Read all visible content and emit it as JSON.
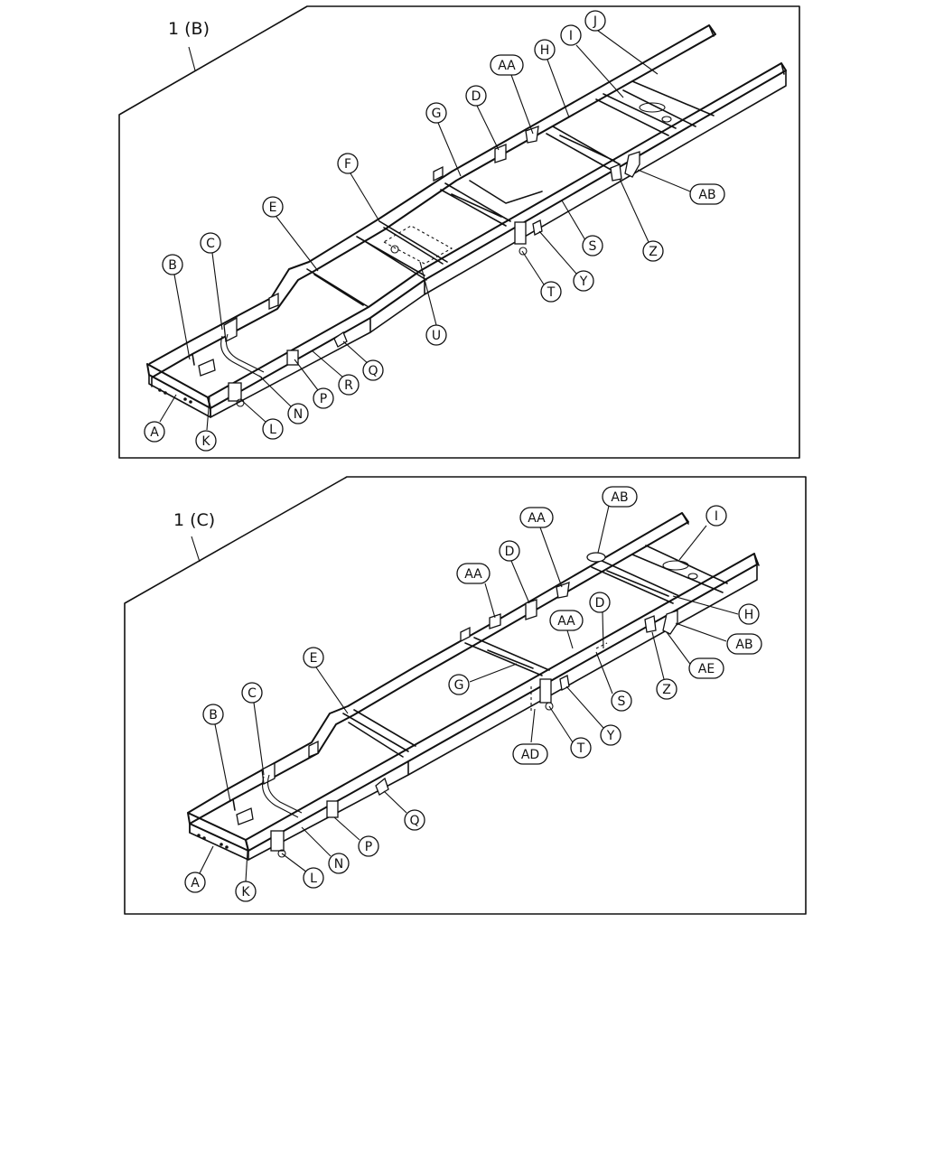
{
  "figures": [
    {
      "id": "1(B)",
      "title": "1 (B)",
      "callouts": [
        "A",
        "B",
        "C",
        "D",
        "E",
        "F",
        "G",
        "H",
        "I",
        "J",
        "K",
        "L",
        "N",
        "P",
        "Q",
        "R",
        "S",
        "T",
        "U",
        "Y",
        "Z",
        "AA",
        "AB"
      ]
    },
    {
      "id": "1(C)",
      "title": "1 (C)",
      "callouts": [
        "A",
        "B",
        "C",
        "D",
        "E",
        "G",
        "H",
        "I",
        "K",
        "L",
        "N",
        "P",
        "Q",
        "S",
        "T",
        "Y",
        "Z",
        "AA",
        "AB",
        "AD",
        "AE"
      ]
    }
  ]
}
